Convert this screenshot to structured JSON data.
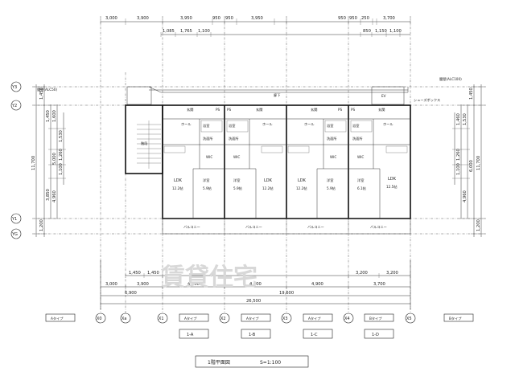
{
  "top_dims": {
    "row1": [
      "3,000",
      "3,900",
      "3,950",
      "950",
      "950",
      "3,950",
      "950",
      "950",
      "250",
      "3,700"
    ],
    "row2": [
      "1,085",
      "1,765",
      "1,100",
      "850",
      "1,150",
      "1,100"
    ]
  },
  "left_dims": [
    "1,450",
    "1,450",
    "1,600",
    "1,530",
    "5,000",
    "1,260",
    "1,100",
    "3,850",
    "4,960",
    "1,200",
    "11,700"
  ],
  "right_dims": [
    "1,450",
    "1,460",
    "1,530",
    "6,000",
    "1,260",
    "1,100",
    "4,960",
    "1,200",
    "11,700"
  ],
  "axes_y": [
    "Y3",
    "Y2",
    "Y1",
    "YG"
  ],
  "axes_x": [
    "X0",
    "Xa",
    "X1",
    "X2",
    "X3",
    "X4",
    "X5"
  ],
  "bottom_dims": {
    "row1": [
      "1,450",
      "1,450",
      "3,200",
      "3,200"
    ],
    "row2": [
      "3,000",
      "3,900",
      "4,900",
      "4,900",
      "4,900",
      "3,700"
    ],
    "row3": [
      "6,900",
      "19,600"
    ],
    "total": "26,500"
  },
  "types": [
    "Aタイプ",
    "Aタイプ",
    "Aタイプ",
    "Aタイプ",
    "Bタイプ",
    "Bタイプ"
  ],
  "units": [
    "1-A",
    "1-B",
    "1-C",
    "1-D"
  ],
  "rooms": {
    "ldk": [
      "LDK",
      "LDK",
      "LDK",
      "LDK"
    ],
    "ldk_size": [
      "12.2帖",
      "12.2帖",
      "12.2帖",
      "12.5帖"
    ],
    "bed": [
      "洋室",
      "洋室",
      "洋室",
      "洋室"
    ],
    "bed_size": [
      "5.9帖",
      "5.9帖",
      "5.9帖",
      "6.1帖"
    ],
    "wic": [
      "WIC",
      "WIC",
      "WIC",
      "WIC"
    ],
    "bath": [
      "浴室",
      "浴室",
      "浴室",
      "浴室"
    ],
    "wash": [
      "洗面所",
      "洗面所",
      "洗面所",
      "洗面所"
    ],
    "hall": [
      "ホール",
      "ホール",
      "ホール",
      "ホール"
    ],
    "entrance": [
      "玄関",
      "玄関",
      "玄関",
      "玄関"
    ],
    "balcony": [
      "バルコニー",
      "バルコニー",
      "バルコニー",
      "バルコニー"
    ],
    "stairs": "階段",
    "corridor": "廊下",
    "ps": "PS"
  },
  "notes": {
    "left_wall": "腰壁(ALC50)",
    "right_wall": "腰壁(ALC100)",
    "right_note": "シューズボックス",
    "ev": "EV"
  },
  "footer": {
    "title": "1階平面図",
    "scale": "S=1:100"
  },
  "watermark": "賃貸住宅"
}
